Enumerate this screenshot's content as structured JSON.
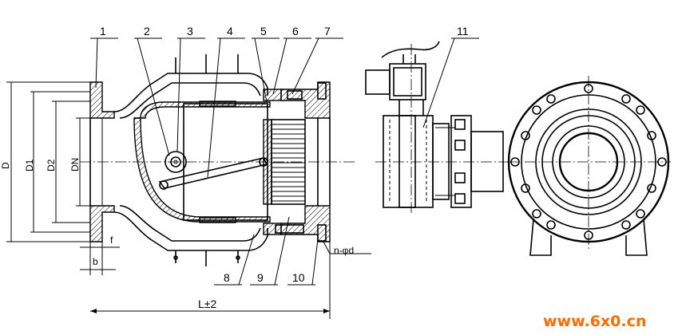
{
  "part_labels": [
    "1",
    "2",
    "3",
    "4",
    "5",
    "6",
    "7",
    "8",
    "9",
    "10",
    "11"
  ],
  "dimensions": {
    "D": "D",
    "D1": "D1",
    "D2": "D2",
    "DN": "DN",
    "f": "f",
    "b": "b",
    "length": "L±2",
    "bolt_holes": "n-φd"
  },
  "watermark": "www.6x0.cn",
  "colors": {
    "line": "#000000",
    "watermark": "#ff6b00",
    "background": "#ffffff"
  }
}
